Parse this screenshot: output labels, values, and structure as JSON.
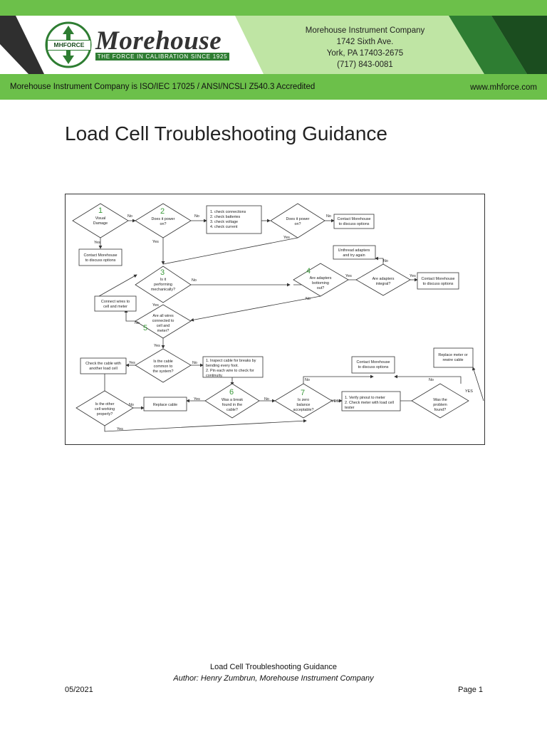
{
  "header": {
    "logo_badge": "MHFORCE",
    "logo_word": "Morehouse",
    "tagline": "THE FORCE IN CALIBRATION SINCE 1925",
    "address_lines": [
      "Morehouse Instrument Company",
      "1742 Sixth Ave.",
      "York, PA 17403-2675",
      "(717) 843-0081"
    ],
    "accreditation": "Morehouse Instrument Company is ISO/IEC 17025 / ANSI/NCSLI Z540.3 Accredited",
    "website": "www.mhforce.com",
    "colors": {
      "green": "#6cc04a",
      "light_green": "#bfe5a4",
      "dark_green": "#2e7d32",
      "dark_gray": "#333333"
    }
  },
  "title": "Load Cell Troubleshooting Guidance",
  "flowchart": {
    "numbers": [
      "1",
      "2",
      "3",
      "4",
      "5",
      "6",
      "7"
    ],
    "nodes": {
      "d1": [
        "Visual",
        "Damage"
      ],
      "d2": [
        "Does it power",
        "on?"
      ],
      "b_checks": [
        "1. check connections",
        "2. check batteries",
        "3. check voltage",
        "4. check current"
      ],
      "d2b": [
        "Does it power",
        "on?"
      ],
      "b_contact1": [
        "Contact Morehouse",
        "to discuss options"
      ],
      "b_contact2": [
        "Contact Morehouse",
        "to discuss options"
      ],
      "b_unthread": [
        "Unthread adapters",
        "and try again"
      ],
      "d3": [
        "Is it",
        "performing",
        "mechanically?"
      ],
      "d4": [
        "Are adapters",
        "bottoming",
        "out?"
      ],
      "d_integral": [
        "Are adapters",
        "integral?"
      ],
      "b_contact3": [
        "Contact Morehouse",
        "to discuss options"
      ],
      "b_connect": [
        "Connect wires to",
        "cell and meter"
      ],
      "d5": [
        "Are all wires",
        "connected to",
        "cell and",
        "meter?"
      ],
      "b_check_cable": [
        "Check the cable with",
        "another load cell"
      ],
      "d_common": [
        "Is the cable",
        "common to",
        "the system?"
      ],
      "b_inspect": [
        "1. Inspect cable for breaks by",
        "bending every foot.",
        "2. Pin each wire to check for",
        "continuity."
      ],
      "b_contact4": [
        "Contact Morehouse",
        "to discuss options"
      ],
      "b_replace_meter": [
        "Replace meter or",
        "rewire cable"
      ],
      "d_other": [
        "Is the other",
        "cell working",
        "properly?"
      ],
      "b_replace_cable": [
        "Replace cable"
      ],
      "d6": [
        "Was a break",
        "found in the",
        "cable?"
      ],
      "d7": [
        "Is zero",
        "balance",
        "acceptable?"
      ],
      "b_verify": [
        "1. Verify pinout to meter",
        "2. Check meter with load cell",
        "tester"
      ],
      "d_problem": [
        "Was the",
        "problem",
        "found?"
      ]
    },
    "edge_labels": {
      "yes": "Yes",
      "no": "No",
      "yes_caps": "YES"
    }
  },
  "footer": {
    "title": "Load Cell Troubleshooting Guidance",
    "author": "Author: Henry Zumbrun, Morehouse Instrument Company",
    "date": "05/2021",
    "page": "Page 1"
  }
}
